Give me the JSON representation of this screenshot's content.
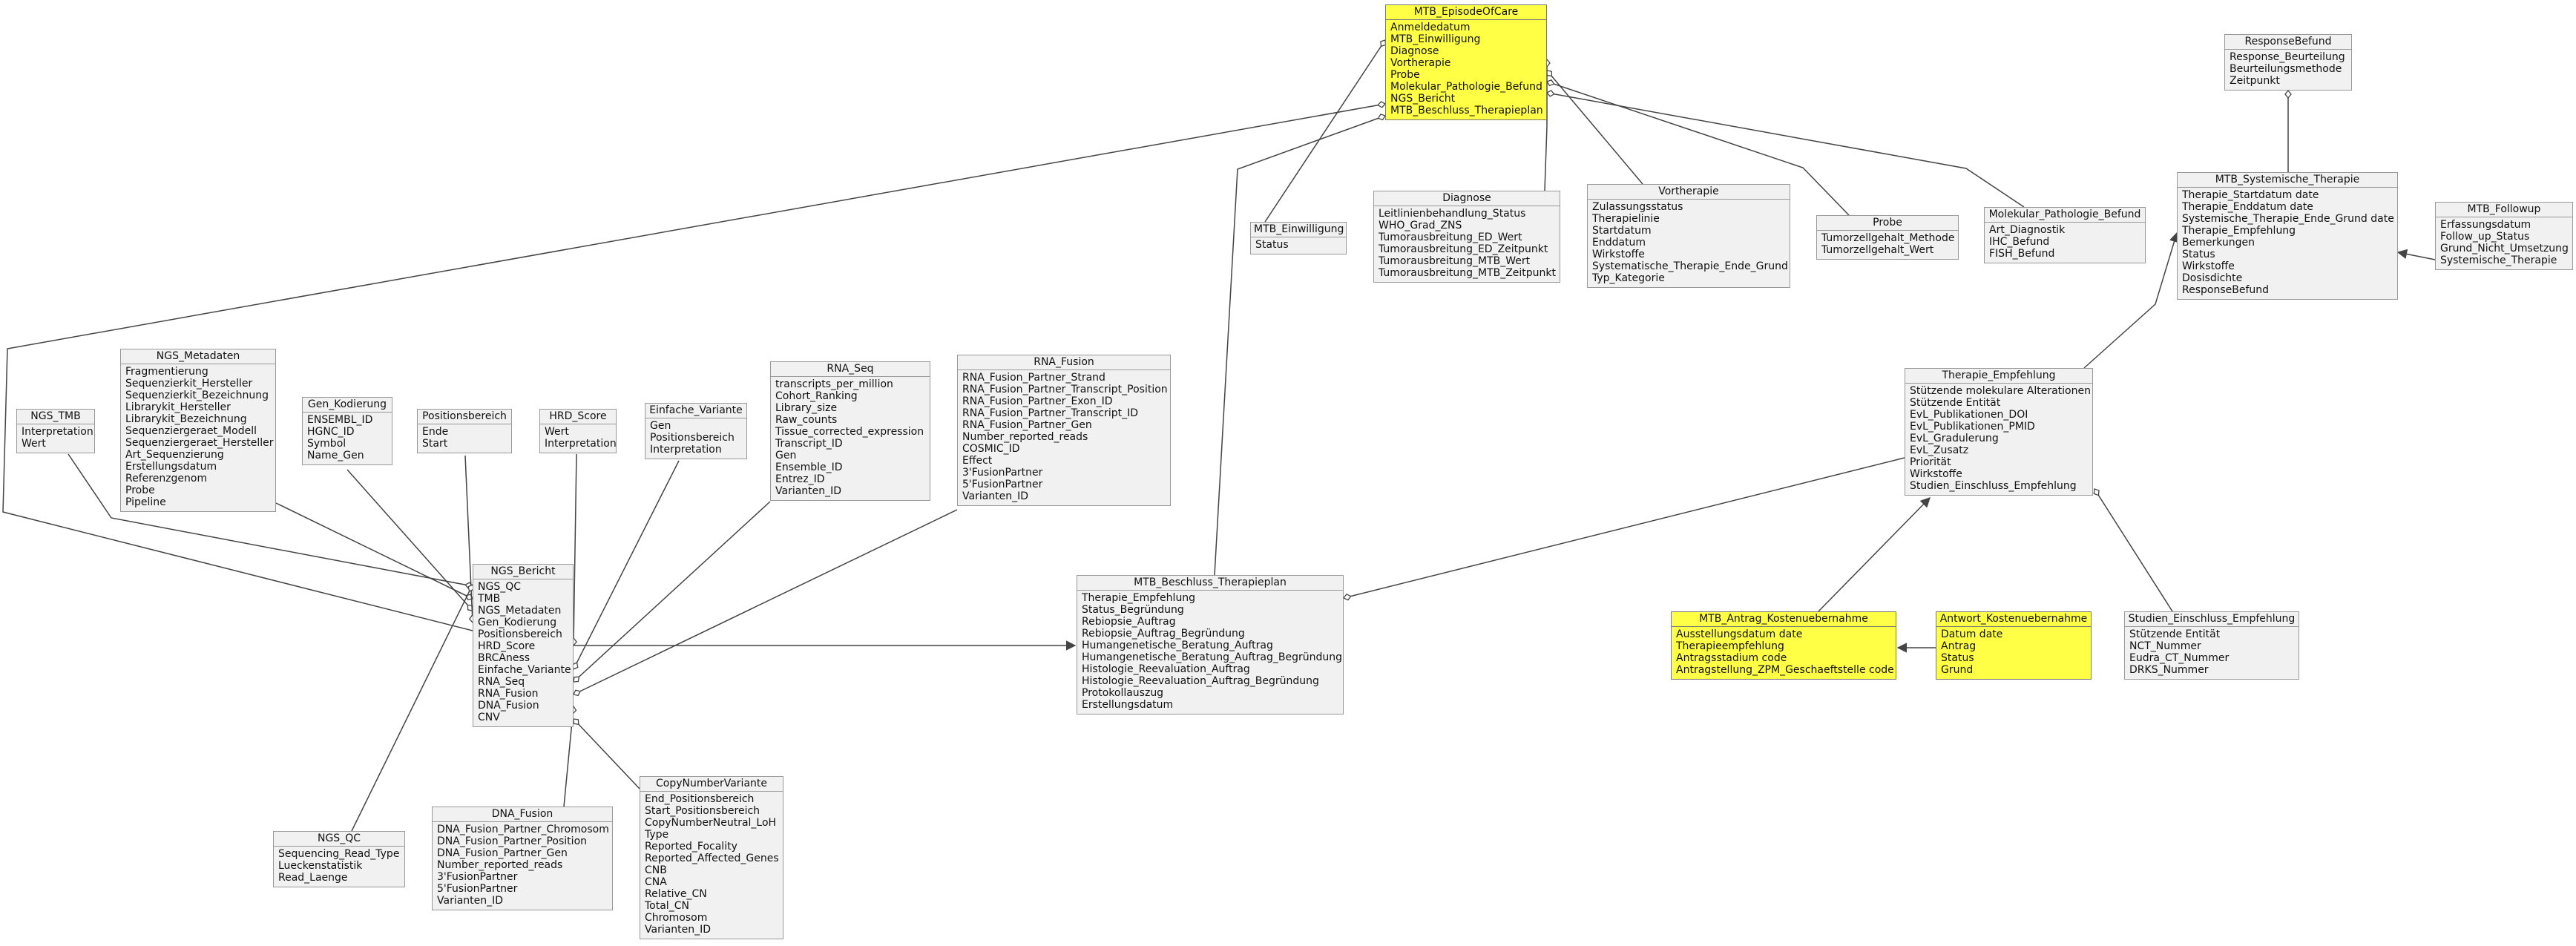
{
  "entities": {
    "mtb_episode": {
      "name": "MTB_EpisodeOfCare",
      "highlight": true,
      "attrs": [
        "Anmeldedatum",
        "MTB_Einwilligung",
        "Diagnose",
        "Vortherapie",
        "Probe",
        "Molekular_Pathologie_Befund",
        "NGS_Bericht",
        "MTB_Beschluss_Therapieplan"
      ]
    },
    "response_befund": {
      "name": "ResponseBefund",
      "highlight": false,
      "attrs": [
        "Response_Beurteilung",
        "Beurteilungsmethode",
        "Zeitpunkt"
      ]
    },
    "mtb_einwilligung": {
      "name": "MTB_Einwilligung",
      "highlight": false,
      "attrs": [
        "Status"
      ]
    },
    "diagnose": {
      "name": "Diagnose",
      "highlight": false,
      "attrs": [
        "Leitlinienbehandlung_Status",
        "WHO_Grad_ZNS",
        "Tumorausbreitung_ED_Wert",
        "Tumorausbreitung_ED_Zeitpunkt",
        "Tumorausbreitung_MTB_Wert",
        "Tumorausbreitung_MTB_Zeitpunkt"
      ]
    },
    "vortherapie": {
      "name": "Vortherapie",
      "highlight": false,
      "attrs": [
        "Zulassungsstatus",
        "Therapielinie",
        "Startdatum",
        "Enddatum",
        "Wirkstoffe",
        "Systematische_Therapie_Ende_Grund",
        "Typ_Kategorie"
      ]
    },
    "probe": {
      "name": "Probe",
      "highlight": false,
      "attrs": [
        "Tumorzellgehalt_Methode",
        "Tumorzellgehalt_Wert"
      ]
    },
    "molekular": {
      "name": "Molekular_Pathologie_Befund",
      "highlight": false,
      "attrs": [
        "Art_Diagnostik",
        "IHC_Befund",
        "FISH_Befund"
      ]
    },
    "systemische": {
      "name": "MTB_Systemische_Therapie",
      "highlight": false,
      "attrs": [
        "Therapie_Startdatum date",
        "Therapie_Enddatum date",
        "Systemische_Therapie_Ende_Grund date",
        "Therapie_Empfehlung",
        "Bemerkungen",
        "Status",
        "Wirkstoffe",
        "Dosisdichte",
        "ResponseBefund"
      ]
    },
    "followup": {
      "name": "MTB_Followup",
      "highlight": false,
      "attrs": [
        "Erfassungsdatum",
        "Follow_up_Status",
        "Grund_Nicht_Umsetzung",
        "Systemische_Therapie"
      ]
    },
    "ngs_metadaten": {
      "name": "NGS_Metadaten",
      "highlight": false,
      "attrs": [
        "Fragmentierung",
        "Sequenzierkit_Hersteller",
        "Sequenzierkit_Bezeichnung",
        "Librarykit_Hersteller",
        "Librarykit_Bezeichnung",
        "Sequenziergeraet_Modell",
        "Sequenziergeraet_Hersteller",
        "Art_Sequenzierung",
        "Erstellungsdatum",
        "Referenzgenom",
        "Probe",
        "Pipeline"
      ]
    },
    "rna_seq": {
      "name": "RNA_Seq",
      "highlight": false,
      "attrs": [
        "transcripts_per_million",
        "Cohort_Ranking",
        "Library_size",
        "Raw_counts",
        "Tissue_corrected_expression",
        "Transcript_ID",
        "Gen",
        "Ensemble_ID",
        "Entrez_ID",
        "Varianten_ID"
      ]
    },
    "rna_fusion": {
      "name": "RNA_Fusion",
      "highlight": false,
      "attrs": [
        "RNA_Fusion_Partner_Strand",
        "RNA_Fusion_Partner_Transcript_Position",
        "RNA_Fusion_Partner_Exon_ID",
        "RNA_Fusion_Partner_Transcript_ID",
        "RNA_Fusion_Partner_Gen",
        "Number_reported_reads",
        "COSMIC_ID",
        "Effect",
        "3'FusionPartner",
        "5'FusionPartner",
        "Varianten_ID"
      ]
    },
    "gen_kodierung": {
      "name": "Gen_Kodierung",
      "highlight": false,
      "attrs": [
        "ENSEMBL_ID",
        "HGNC_ID",
        "Symbol",
        "Name_Gen"
      ]
    },
    "positionsbereich": {
      "name": "Positionsbereich",
      "highlight": false,
      "attrs": [
        "Ende",
        "Start"
      ]
    },
    "hrd_score": {
      "name": "HRD_Score",
      "highlight": false,
      "attrs": [
        "Wert",
        "Interpretation"
      ]
    },
    "einfache_variante": {
      "name": "Einfache_Variante",
      "highlight": false,
      "attrs": [
        "Gen",
        "Positionsbereich",
        "Interpretation"
      ]
    },
    "ngs_tmb": {
      "name": "NGS_TMB",
      "highlight": false,
      "attrs": [
        "Interpretation",
        "Wert"
      ]
    },
    "ngs_bericht": {
      "name": "NGS_Bericht",
      "highlight": false,
      "attrs": [
        "NGS_QC",
        "TMB",
        "NGS_Metadaten",
        "Gen_Kodierung",
        "Positionsbereich",
        "HRD_Score",
        "BRCAness",
        "Einfache_Variante",
        "RNA_Seq",
        "RNA_Fusion",
        "DNA_Fusion",
        "CNV"
      ]
    },
    "therapie_empfehlung": {
      "name": "Therapie_Empfehlung",
      "highlight": false,
      "attrs": [
        "Stützende molekulare Alterationen",
        "Stützende Entität",
        "EvL_Publikationen_DOI",
        "EvL_Publikationen_PMID",
        "EvL_Gradulerung",
        "EvL_Zusatz",
        "Priorität",
        "Wirkstoffe",
        "Studien_Einschluss_Empfehlung"
      ]
    },
    "mtb_beschluss": {
      "name": "MTB_Beschluss_Therapieplan",
      "highlight": false,
      "attrs": [
        "Therapie_Empfehlung",
        "Status_Begründung",
        "Rebiopsie_Auftrag",
        "Rebiopsie_Auftrag_Begründung",
        "Humangenetische_Beratung_Auftrag",
        "Humangenetische_Beratung_Auftrag_Begründung",
        "Histologie_Reevaluation_Auftrag",
        "Histologie_Reevaluation_Auftrag_Begründung",
        "Protokollauszug",
        "Erstellungsdatum"
      ]
    },
    "mtb_antrag": {
      "name": "MTB_Antrag_Kostenuebernahme",
      "highlight": true,
      "attrs": [
        "Ausstellungsdatum date",
        "Therapieempfehlung",
        "Antragsstadium code",
        "Antragstellung_ZPM_Geschaeftstelle code"
      ]
    },
    "antwort": {
      "name": "Antwort_Kostenuebernahme",
      "highlight": true,
      "attrs": [
        "Datum date",
        "Antrag",
        "Status",
        "Grund"
      ]
    },
    "studien": {
      "name": "Studien_Einschluss_Empfehlung",
      "highlight": false,
      "attrs": [
        "Stützende Entität",
        "NCT_Nummer",
        "Eudra_CT_Nummer",
        "DRKS_Nummer"
      ]
    },
    "ngs_qc": {
      "name": "NGS_QC",
      "highlight": false,
      "attrs": [
        "Sequencing_Read_Type",
        "Lueckenstatistik",
        "Read_Laenge"
      ]
    },
    "dna_fusion": {
      "name": "DNA_Fusion",
      "highlight": false,
      "attrs": [
        "DNA_Fusion_Partner_Chromosom",
        "DNA_Fusion_Partner_Position",
        "DNA_Fusion_Partner_Gen",
        "Number_reported_reads",
        "3'FusionPartner",
        "5'FusionPartner",
        "Varianten_ID"
      ]
    },
    "copy_number": {
      "name": "CopyNumberVariante",
      "highlight": false,
      "attrs": [
        "End_Positionsbereich",
        "Start_Positionsbereich",
        "CopyNumberNeutral_LoH",
        "Type",
        "Reported_Focality",
        "Reported_Affected_Genes",
        "CNB",
        "CNA",
        "Relative_CN",
        "Total_CN",
        "Chromosom",
        "Varianten_ID"
      ]
    }
  },
  "colors": {
    "highlight": "#ffff46",
    "entity": "#f1f1f1",
    "border": "#999999",
    "line": "#444444"
  }
}
